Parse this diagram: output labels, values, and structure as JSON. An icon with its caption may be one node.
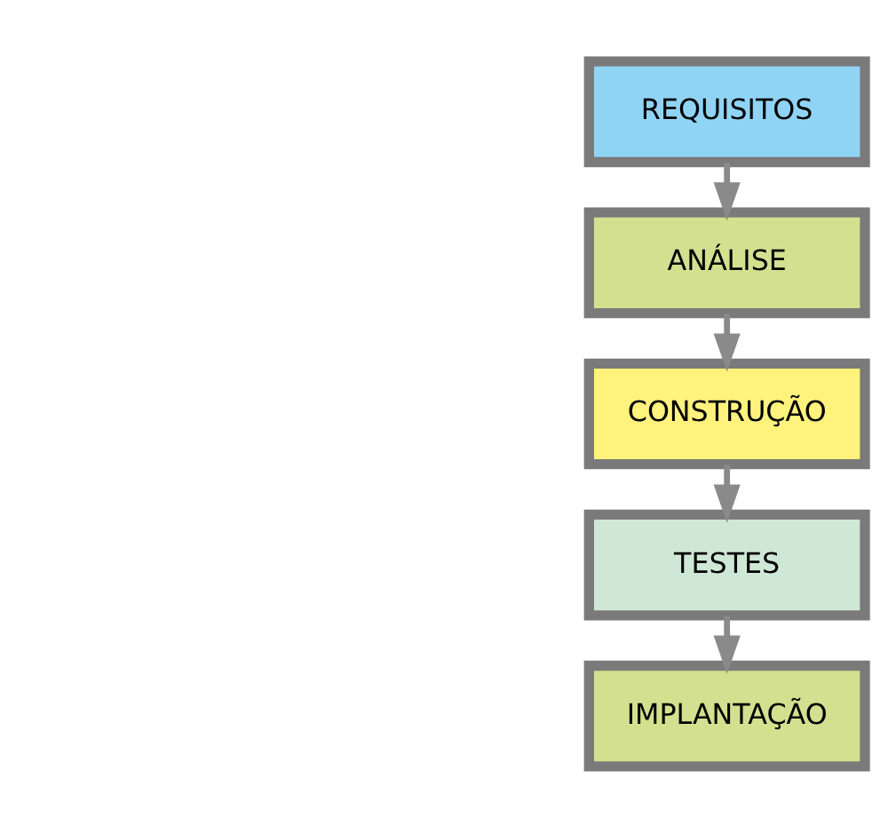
{
  "diagram": {
    "nodes": [
      {
        "text": [
          "REQUISITOS"
        ]
      },
      {
        "text": [
          "ANÁLISE"
        ]
      },
      {
        "text": [
          "CONSTRUÇÃO"
        ]
      },
      {
        "text": [
          "TESTES"
        ]
      },
      {
        "text": [
          "IMPLANTAÇÃO"
        ]
      }
    ],
    "edges": [
      {
        "from": 0,
        "to": 1,
        "arrow": "to"
      },
      {
        "from": 1,
        "to": 2,
        "arrow": "to"
      },
      {
        "from": 2,
        "to": 3,
        "arrow": "to"
      },
      {
        "from": 3,
        "to": 4,
        "arrow": "to"
      }
    ]
  }
}
